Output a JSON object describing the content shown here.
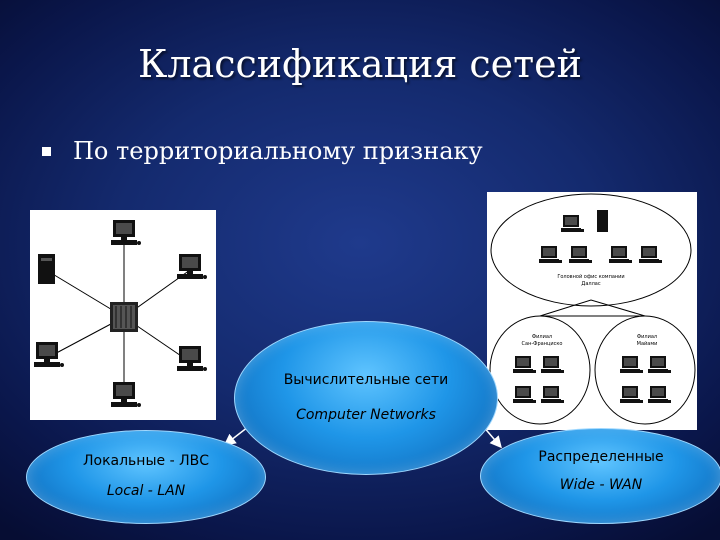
{
  "slide": {
    "title": "Классификация сетей",
    "bullet": "По территориальному признаку"
  },
  "wan_diagram": {
    "top_label_1": "Головной офис компании",
    "top_label_2": "Даллас",
    "left_label_1": "Филиал",
    "left_label_2": "Сан-Франциско",
    "right_label_1": "Филиал",
    "right_label_2": "Майами"
  },
  "center": {
    "line1": "Вычислительные сети",
    "line2": "Computer Networks"
  },
  "local": {
    "line1": "Локальные - ЛВС",
    "line2": "Local - LAN"
  },
  "wan": {
    "line1": "Распределенные",
    "line2": "Wide - WAN"
  },
  "colors": {
    "background": "#142a6e",
    "ellipse_fill": "#1f96e8",
    "text": "#ffffff"
  }
}
